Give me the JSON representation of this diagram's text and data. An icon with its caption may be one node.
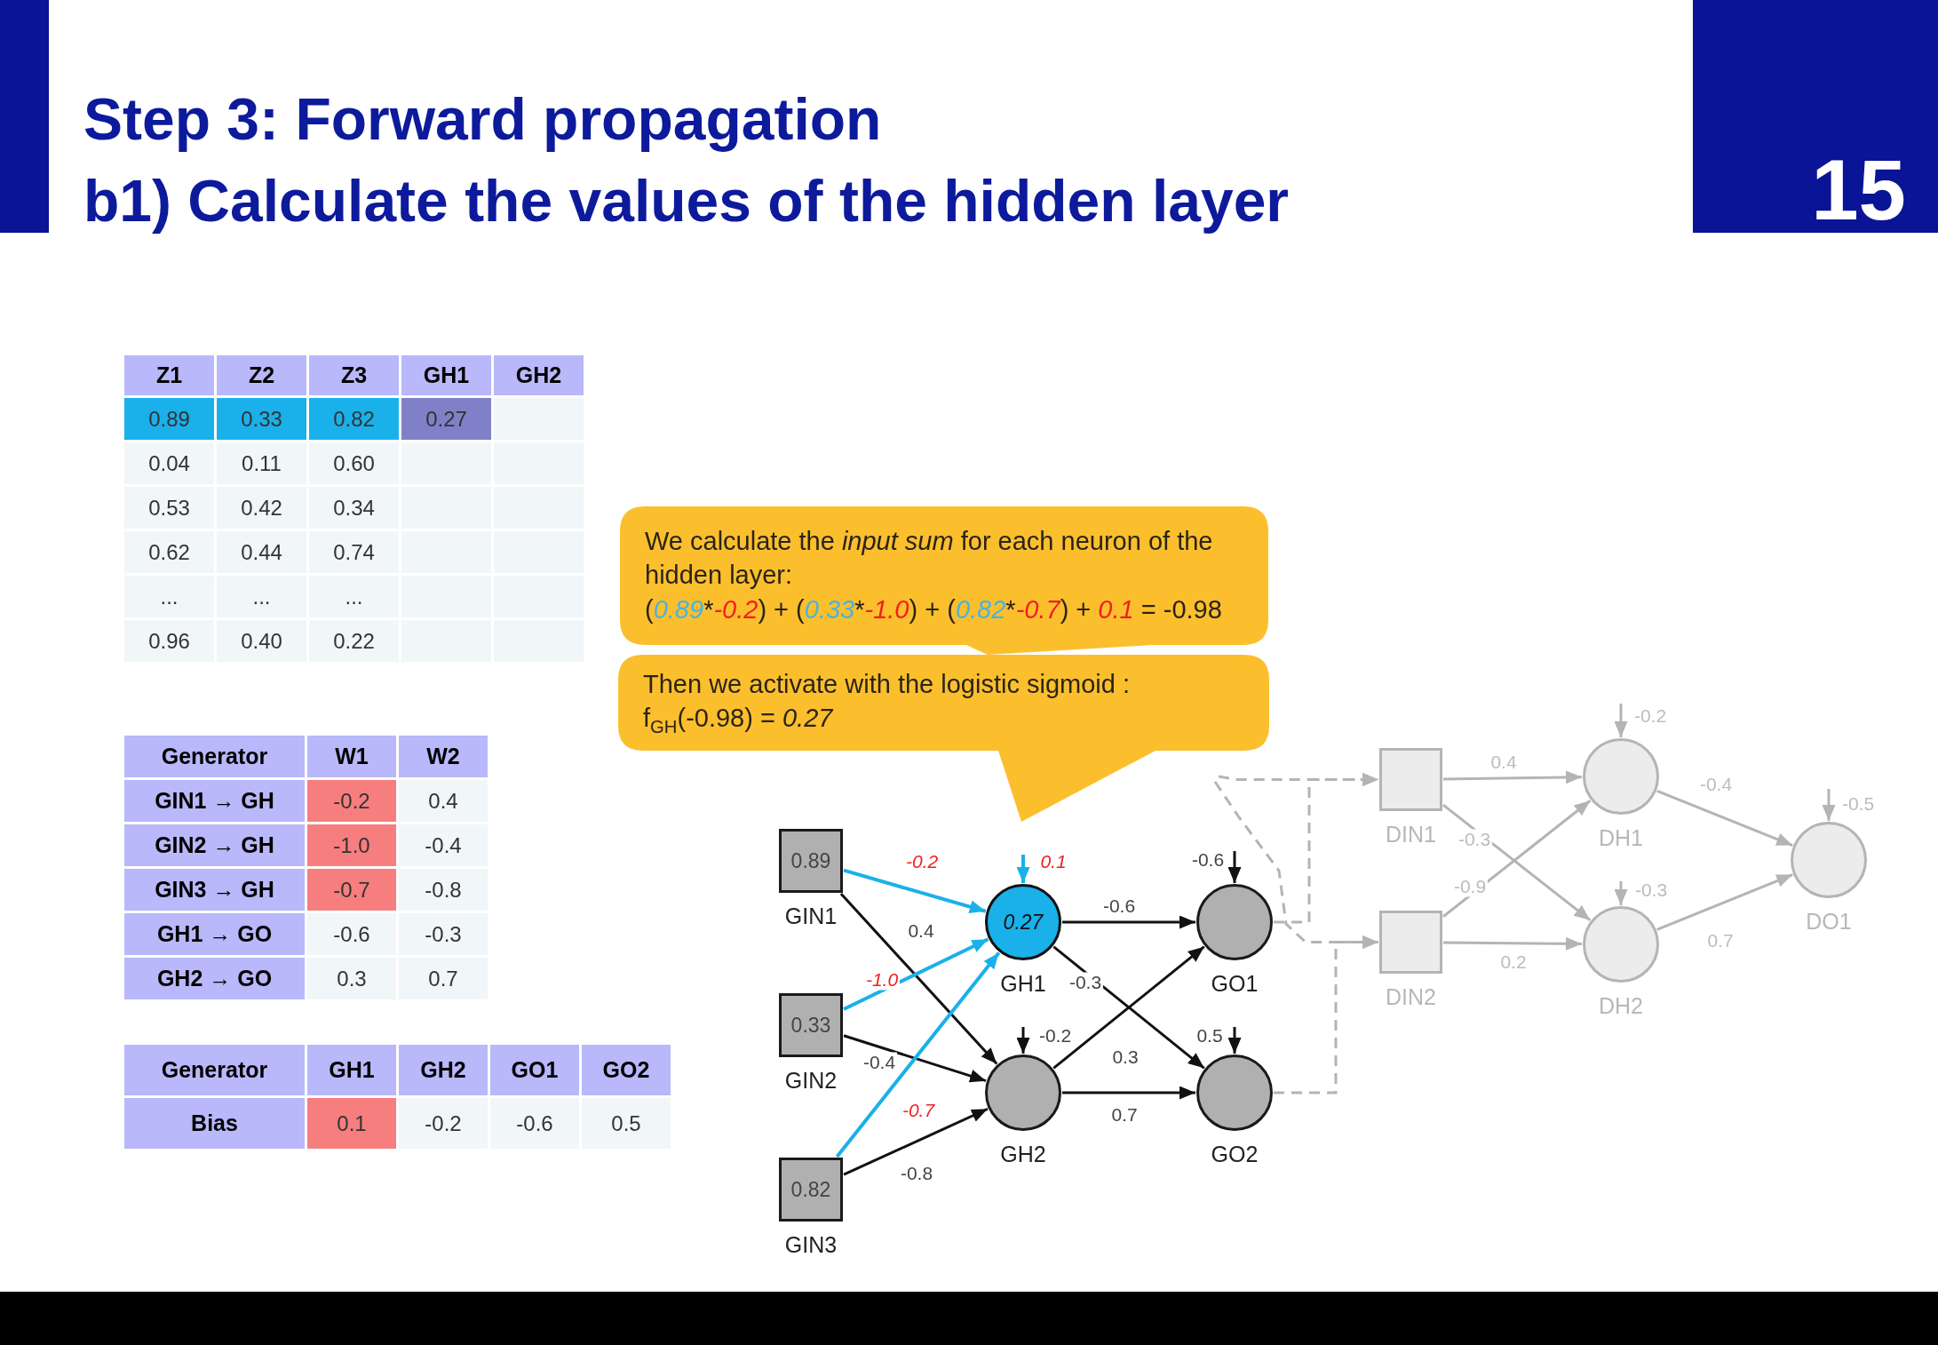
{
  "diagram": {
    "title": "Step 3: Forward propagation",
    "nodes": [
      {
        "text": [
          "0.89"
        ],
        "beside": [
          "GIN1"
        ]
      },
      {
        "text": [
          "0.33"
        ],
        "beside": [
          "GIN2"
        ]
      },
      {
        "text": [
          "0.82"
        ],
        "beside": [
          "GIN3"
        ]
      },
      {
        "text": [
          "0.27"
        ],
        "beside": [
          "GH1"
        ]
      },
      {
        "text": [],
        "shape": "circle",
        "beside": [
          "GH2"
        ]
      },
      {
        "text": [],
        "shape": "circle",
        "beside": [
          "GO1"
        ]
      },
      {
        "text": [],
        "shape": "circle",
        "beside": [
          "GO2"
        ]
      },
      {
        "text": [],
        "shape": "box",
        "beside": [
          "DIN1"
        ]
      },
      {
        "text": [],
        "shape": "box",
        "beside": [
          "DIN2"
        ]
      },
      {
        "text": [],
        "shape": "circle",
        "beside": [
          "DH1"
        ]
      },
      {
        "text": [],
        "shape": "circle",
        "beside": [
          "DH2"
        ]
      },
      {
        "text": [],
        "shape": "circle",
        "beside": [
          "DO1"
        ]
      },
      {
        "text": [
          "We calculate the *input sum* for each neuron of the hidden layer:",
          "(0.89*-0.2) + (0.33*-1.0) + (0.82*-0.7) + 0.1 = -0.98"
        ]
      },
      {
        "text": [
          "Then we activate with the logistic sigmoid :",
          "f$_{GH}$(-0.98) = *0.27*"
        ]
      }
    ],
    "edges": [
      {
        "from": 0,
        "to": 3,
        "arrow": "to",
        "label": "-0.2",
        "color": "#1ab0ea"
      },
      {
        "from": 0,
        "to": 4,
        "arrow": "to",
        "label": "0.4",
        "color": "#111111"
      },
      {
        "from": 1,
        "to": 3,
        "arrow": "to",
        "label": "-1.0",
        "color": "#1ab0ea"
      },
      {
        "from": 1,
        "to": 4,
        "arrow": "to",
        "label": "-0.4",
        "color": "#111111"
      },
      {
        "from": 2,
        "to": 3,
        "arrow": "to",
        "label": "-0.7",
        "color": "#1ab0ea"
      },
      {
        "from": 2,
        "to": 4,
        "arrow": "to",
        "label": "-0.8",
        "color": "#111111"
      },
      {
        "from": null,
        "to": 3,
        "arrow": "to",
        "label": "0.1",
        "color": "#1ab0ea"
      },
      {
        "from": null,
        "to": 4,
        "arrow": "to",
        "label": "-0.2",
        "color": "#111111"
      },
      {
        "from": 3,
        "to": 5,
        "arrow": "to",
        "label": "-0.6",
        "color": "#111111"
      },
      {
        "from": 3,
        "to": 6,
        "arrow": "to",
        "label": "-0.3",
        "color": "#111111"
      },
      {
        "from": 4,
        "to": 5,
        "arrow": "to",
        "label": "0.3",
        "color": "#111111"
      },
      {
        "from": 4,
        "to": 6,
        "arrow": "to",
        "label": "0.7",
        "color": "#111111"
      },
      {
        "from": null,
        "to": 5,
        "arrow": "to",
        "label": "-0.6",
        "color": "#111111"
      },
      {
        "from": null,
        "to": 6,
        "arrow": "to",
        "label": "0.5",
        "color": "#111111"
      },
      {
        "from": 5,
        "to": 7,
        "arrow": "to",
        "style": "dashed",
        "color": "#b4b4b4"
      },
      {
        "from": 6,
        "to": 8,
        "arrow": "to",
        "style": "dashed",
        "color": "#b4b4b4"
      },
      {
        "from": null,
        "to": 7,
        "arrow": "to",
        "style": "dashed",
        "color": "#b4b4b4"
      },
      {
        "from": null,
        "to": 8,
        "arrow": "to",
        "style": "dashed",
        "color": "#b4b4b4"
      },
      {
        "from": 7,
        "to": 9,
        "arrow": "to",
        "label": "0.4",
        "color": "#b4b4b4"
      },
      {
        "from": 7,
        "to": 10,
        "arrow": "to",
        "label": "-0.3",
        "color": "#b4b4b4"
      },
      {
        "from": 8,
        "to": 9,
        "arrow": "to",
        "label": "-0.9",
        "color": "#b4b4b4"
      },
      {
        "from": 8,
        "to": 10,
        "arrow": "to",
        "label": "0.2",
        "color": "#b4b4b4"
      },
      {
        "from": null,
        "to": 9,
        "arrow": "to",
        "label": "-0.2",
        "color": "#b4b4b4"
      },
      {
        "from": null,
        "to": 10,
        "arrow": "to",
        "label": "-0.3",
        "color": "#b4b4b4"
      },
      {
        "from": 9,
        "to": 11,
        "arrow": "to",
        "label": "-0.4",
        "color": "#b4b4b4"
      },
      {
        "from": 10,
        "to": 11,
        "arrow": "to",
        "label": "0.7",
        "color": "#b4b4b4"
      },
      {
        "from": null,
        "to": 11,
        "arrow": "to",
        "label": "-0.5",
        "color": "#b4b4b4"
      }
    ],
    "labels": [
      "b1) Calculate the values of the hidden layer",
      "15",
      "Z1",
      "Z2",
      "Z3",
      "GH1",
      "GH2",
      "0.89",
      "0.33",
      "0.82",
      "0.27",
      "0.04",
      "0.11",
      "0.60",
      "0.53",
      "0.42",
      "0.34",
      "0.62",
      "0.44",
      "0.74",
      "...",
      "...",
      "...",
      "0.96",
      "0.40",
      "0.22",
      "Generator",
      "W1",
      "W2",
      "GIN1 → GH",
      "-0.2",
      "0.4",
      "GIN2 → GH",
      "-1.0",
      "-0.4",
      "GIN3 → GH",
      "-0.7",
      "-0.8",
      "GH1 → GO",
      "-0.6",
      "-0.3",
      "GH2 → GO",
      "0.3",
      "0.7",
      "Generator",
      "GH1",
      "GH2",
      "GO1",
      "GO2",
      "Bias",
      "0.1",
      "-0.2",
      "-0.6",
      "0.5"
    ]
  }
}
